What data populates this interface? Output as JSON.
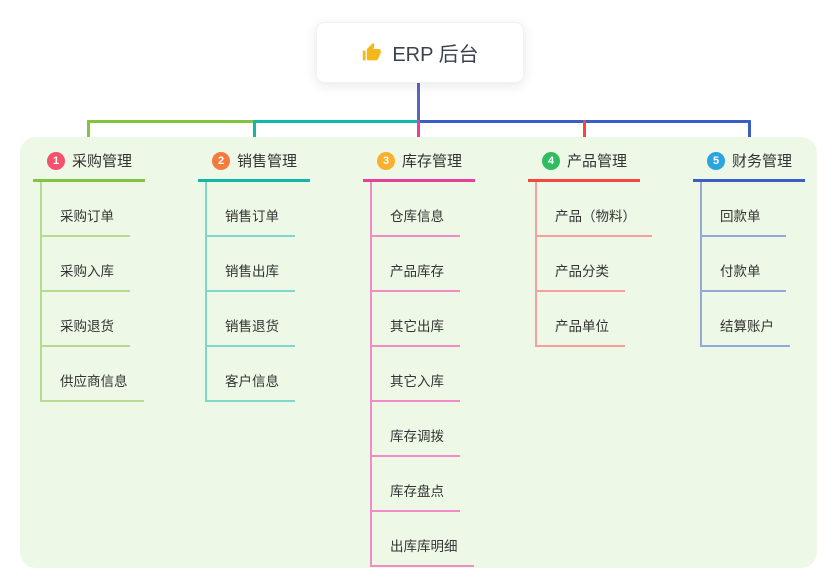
{
  "root": {
    "label": "ERP 后台",
    "icon": "thumbs-up-icon",
    "icon_color": "#f5b81c"
  },
  "connector": {
    "stem_color": "#5b65c8"
  },
  "colors": {
    "panel_bg": "#edf8e7",
    "text": "#333333",
    "canvas_bg": "#ffffff"
  },
  "branches": [
    {
      "index": "1",
      "label": "采购管理",
      "badge_color": "#f4516c",
      "line_color": "#84c33f",
      "child_line_color": "#b5db90",
      "children": [
        "采购订单",
        "采购入库",
        "采购退货",
        "供应商信息"
      ]
    },
    {
      "index": "2",
      "label": "销售管理",
      "badge_color": "#f57b3d",
      "line_color": "#12b8a5",
      "child_line_color": "#82d7ca",
      "children": [
        "销售订单",
        "销售出库",
        "销售退货",
        "客户信息"
      ]
    },
    {
      "index": "3",
      "label": "库存管理",
      "badge_color": "#fbaf2e",
      "line_color": "#e83f98",
      "child_line_color": "#f28cc5",
      "children": [
        "仓库信息",
        "产品库存",
        "其它出库",
        "其它入库",
        "库存调拨",
        "库存盘点",
        "出库库明细"
      ]
    },
    {
      "index": "4",
      "label": "产品管理",
      "badge_color": "#2fbd5f",
      "line_color": "#f4473f",
      "child_line_color": "#f7a09b",
      "children": [
        "产品（物料）",
        "产品分类",
        "产品单位"
      ]
    },
    {
      "index": "5",
      "label": "财务管理",
      "badge_color": "#2ba4e0",
      "line_color": "#3a5ec4",
      "child_line_color": "#93a9da",
      "children": [
        "回款单",
        "付款单",
        "结算账户"
      ]
    }
  ]
}
